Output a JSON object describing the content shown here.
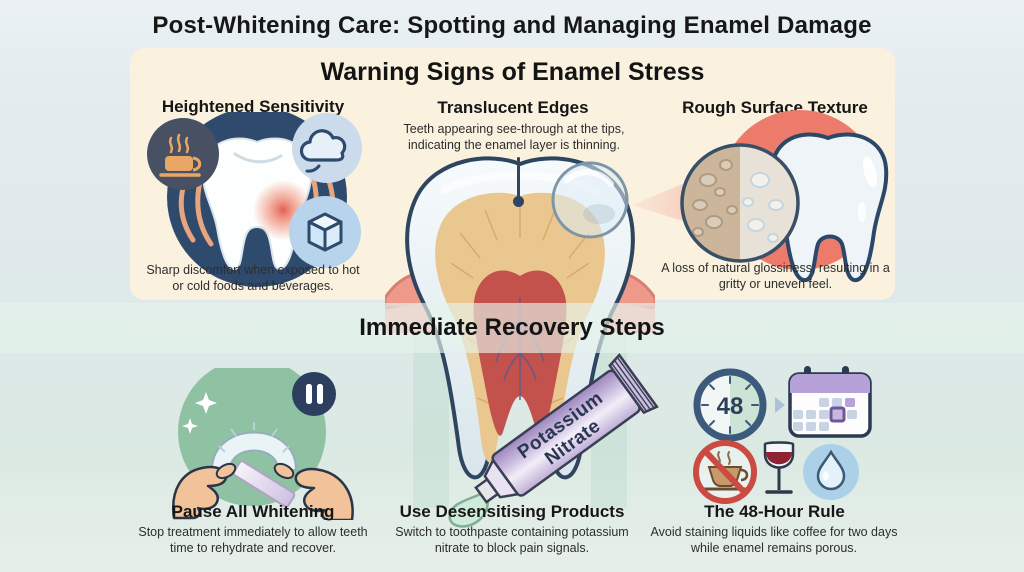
{
  "page": {
    "title": "Post-Whitening Care: Spotting and Managing Enamel Damage"
  },
  "warning_section": {
    "heading": "Warning Signs of Enamel Stress",
    "items": [
      {
        "title": "Heightened Sensitivity",
        "description": "Sharp discomfort when exposed to hot or cold foods and beverages.",
        "icons": [
          "sensitive-tooth-icon",
          "coffee-cup-icon",
          "steam-cloud-icon",
          "ice-cube-icon"
        ]
      },
      {
        "title": "Translucent Edges",
        "description": "Teeth appearing see-through at the tips, indicating the enamel layer is thinning.",
        "icons": [
          "tooth-cross-section-icon",
          "magnifier-icon"
        ]
      },
      {
        "title": "Rough Surface Texture",
        "description": "A loss of natural glossiness, resulting in a gritty or uneven feel.",
        "icons": [
          "glossy-tooth-icon",
          "texture-magnifier-icon"
        ]
      }
    ]
  },
  "recovery_section": {
    "heading": "Immediate Recovery Steps",
    "items": [
      {
        "title": "Pause All Whitening",
        "description": "Stop treatment immediately to allow teeth time to rehydrate and recover.",
        "icons": [
          "hands-holding-tray-icon",
          "pause-icon",
          "sparkles-icon"
        ]
      },
      {
        "title": "Use Desensitising Products",
        "description": "Switch to toothpaste containing potassium nitrate to block pain signals.",
        "tube_label_lines": [
          "Potassium",
          "Nitrate"
        ],
        "icons": [
          "toothpaste-tube-icon"
        ]
      },
      {
        "title": "The 48-Hour Rule",
        "description": "Avoid staining liquids like coffee for two days while enamel remains porous.",
        "clock_value": "48",
        "icons": [
          "clock-48-icon",
          "chevron-right-icon",
          "calendar-icon",
          "no-coffee-icon",
          "wine-glass-icon",
          "water-drop-icon"
        ]
      }
    ]
  },
  "colors": {
    "background": "#e2ebee",
    "panel_peach": "#faf1df",
    "navy": "#2e4b6e",
    "salmon_circle": "#ec7b6c",
    "green_circle": "#8fc1a3",
    "accent_orange": "#e8a47c",
    "pain_red": "#e4564a",
    "gum_pink": "#ee9a8b",
    "dentin_tan": "#e9c78e",
    "pulp_red": "#c3524d",
    "tube_lavender": "#b9a3d6",
    "mint_paste": "#cfead9"
  }
}
